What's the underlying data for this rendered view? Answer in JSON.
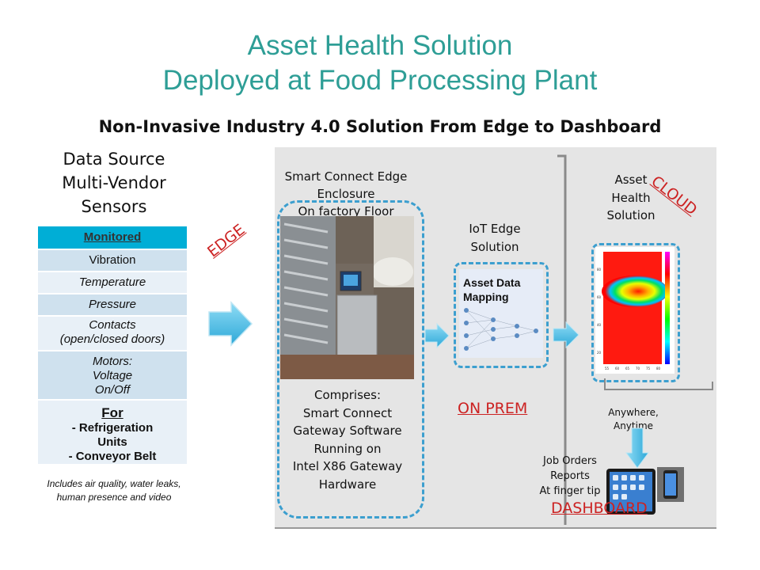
{
  "title": {
    "line1": "Asset Health Solution",
    "line2": "Deployed at Food Processing Plant"
  },
  "subtitle": "Non-Invasive Industry 4.0 Solution From Edge to Dashboard",
  "data_source": {
    "line1": "Data Source",
    "line2": "Multi-Vendor",
    "line3": "Sensors"
  },
  "sensor_table": {
    "header": "Monitored",
    "rows": [
      "Vibration",
      "Temperature",
      "Pressure",
      "Contacts",
      "(open/closed doors)",
      "Motors:",
      "Voltage",
      "On/Off"
    ],
    "for_label": "For",
    "for_items": [
      "- Refrigeration",
      "Units",
      "- Conveyor Belt"
    ]
  },
  "note": "Includes air quality, water leaks, human presence and video",
  "edge_label": "EDGE",
  "enclosure": {
    "line1": "Smart Connect Edge",
    "line2": "Enclosure",
    "line3": "On factory Floor",
    "comprises": [
      "Comprises:",
      "Smart Connect",
      "Gateway Software",
      "Running  on",
      "Intel X86 Gateway",
      "Hardware"
    ]
  },
  "iot": {
    "line1": "IoT Edge",
    "line2": "Solution",
    "card_title1": "Asset Data",
    "card_title2": "Mapping"
  },
  "on_prem_label": "ON PREM",
  "asset": {
    "line1": "Asset",
    "line2": "Health",
    "line3": "Solution"
  },
  "cloud_label": "CLOUD",
  "anywhere": {
    "line1": "Anywhere,",
    "line2": "Anytime"
  },
  "job_orders": {
    "line1": "Job Orders",
    "line2": "Reports",
    "line3": "At finger tip"
  },
  "dashboard_label": "DASHBOARD",
  "colors": {
    "title": "#2e9e96",
    "header_cell": "#00aed6",
    "row_a": "#cfe1ee",
    "row_b": "#e8f0f7",
    "red_label": "#cc2222",
    "dashed": "#3c9fcf",
    "panel": "#e5e5e5",
    "arrow": "#5bc3e8"
  },
  "heatmap_ticks": {
    "x": [
      "55",
      "60",
      "65",
      "70",
      "75",
      "80"
    ],
    "y": [
      "80",
      "60",
      "40",
      "20"
    ]
  }
}
